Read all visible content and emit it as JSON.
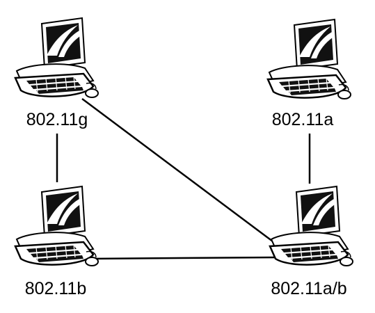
{
  "nodes": [
    {
      "id": "g",
      "label": "802.11g",
      "icon": "desktop-computer-icon"
    },
    {
      "id": "a",
      "label": "802.11a",
      "icon": "desktop-computer-icon"
    },
    {
      "id": "b",
      "label": "802.11b",
      "icon": "desktop-computer-icon"
    },
    {
      "id": "ab",
      "label": "802.11a/b",
      "icon": "desktop-computer-icon"
    }
  ],
  "links": [
    {
      "from": "g",
      "to": "b"
    },
    {
      "from": "g",
      "to": "ab"
    },
    {
      "from": "a",
      "to": "ab"
    },
    {
      "from": "b",
      "to": "ab"
    }
  ],
  "colors": {
    "line": "#000000",
    "screen": "#111111",
    "background": "#ffffff"
  }
}
